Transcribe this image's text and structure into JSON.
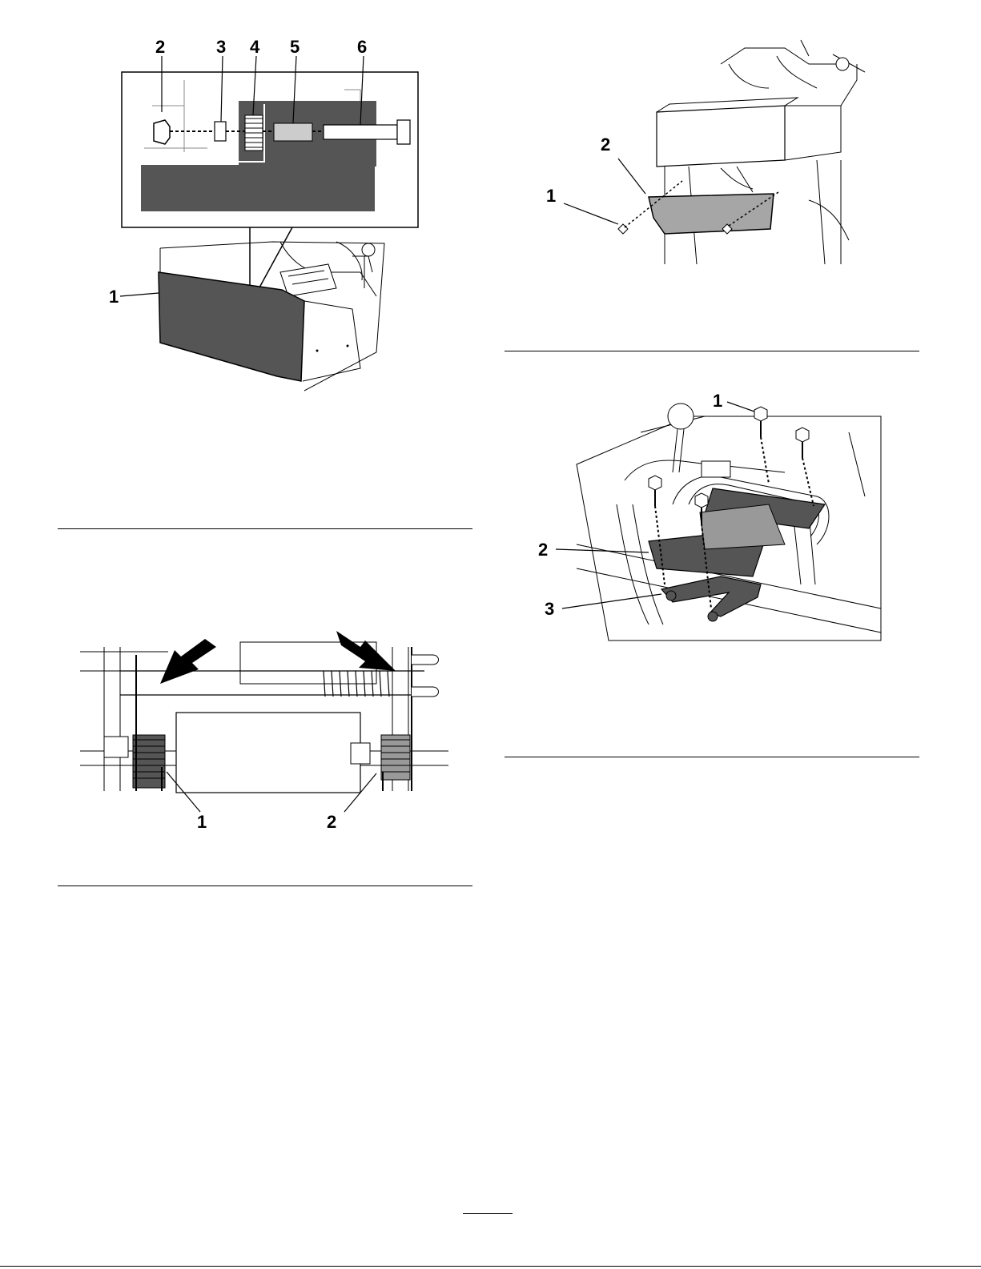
{
  "figures": [
    {
      "id": "spring-assembly",
      "callouts": [
        "1",
        "2",
        "3",
        "4",
        "5",
        "6"
      ]
    },
    {
      "id": "shield-removal",
      "callouts": [
        "1",
        "2"
      ]
    },
    {
      "id": "spring-positions",
      "callouts": [
        "1",
        "2"
      ]
    },
    {
      "id": "plate-bolts",
      "callouts": [
        "1",
        "2",
        "3"
      ]
    }
  ],
  "colors": {
    "panel_dark": "#555555",
    "panel_mid": "#999999",
    "panel_light": "#cccccc",
    "line": "#000000",
    "shield_gray": "#a6a6a6"
  },
  "icons": [
    "arrow-icon"
  ]
}
